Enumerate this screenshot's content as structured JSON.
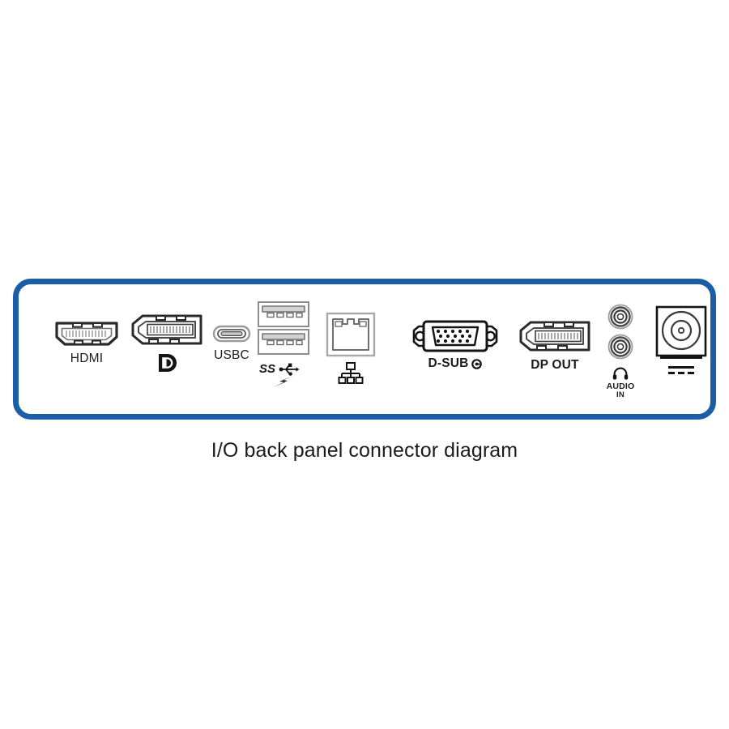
{
  "caption": "I/O back panel connector diagram",
  "panel": {
    "border_color": "#1a5ea5",
    "background_color": "#ffffff",
    "line_color": "#1b1b1b"
  },
  "connectors": [
    {
      "id": "hdmi",
      "label": "HDMI",
      "icon": "hdmi-port-icon",
      "sub_label": "",
      "symbol": ""
    },
    {
      "id": "displayport-in",
      "label": "",
      "icon": "displayport-port-icon",
      "sub_label": "",
      "symbol": "displayport-logo-icon"
    },
    {
      "id": "usbc",
      "label": "USBC",
      "icon": "usb-c-port-icon",
      "sub_label": "",
      "symbol": ""
    },
    {
      "id": "usb-a-stack",
      "label": "SS",
      "icon": "usb-a-dual-port-icon",
      "sub_label": "",
      "symbol": "superspeed-usb-charging-icon"
    },
    {
      "id": "rj45",
      "label": "",
      "icon": "rj45-ethernet-port-icon",
      "sub_label": "",
      "symbol": "network-icon"
    },
    {
      "id": "d-sub",
      "label": "D-SUB",
      "icon": "vga-dsub-port-icon",
      "sub_label": "",
      "symbol": "video-input-arrow-icon"
    },
    {
      "id": "dp-out",
      "label": "DP OUT",
      "icon": "displayport-out-port-icon",
      "sub_label": "",
      "symbol": ""
    },
    {
      "id": "audio-in",
      "label": "AUDIO",
      "sub_label": "IN",
      "icon": "audio-jack-pair-icon",
      "symbol": "headphone-icon"
    },
    {
      "id": "dc-power",
      "label": "",
      "icon": "dc-power-jack-icon",
      "sub_label": "",
      "symbol": "dc-power-symbol-icon"
    }
  ]
}
